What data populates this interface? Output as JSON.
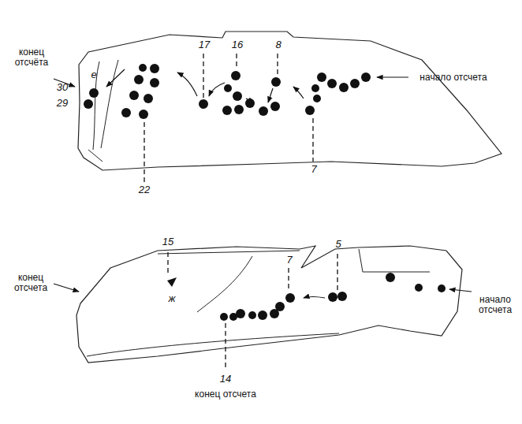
{
  "diagram": {
    "labels": [
      "конец отсчёта",
      "17",
      "16",
      "8",
      "начало отсчета",
      "30",
      "29",
      "е",
      "22",
      "7",
      "15",
      "7",
      "5",
      "конец отсчета",
      "начало отсчета",
      "ж",
      "14",
      "конец отсчета"
    ]
  }
}
